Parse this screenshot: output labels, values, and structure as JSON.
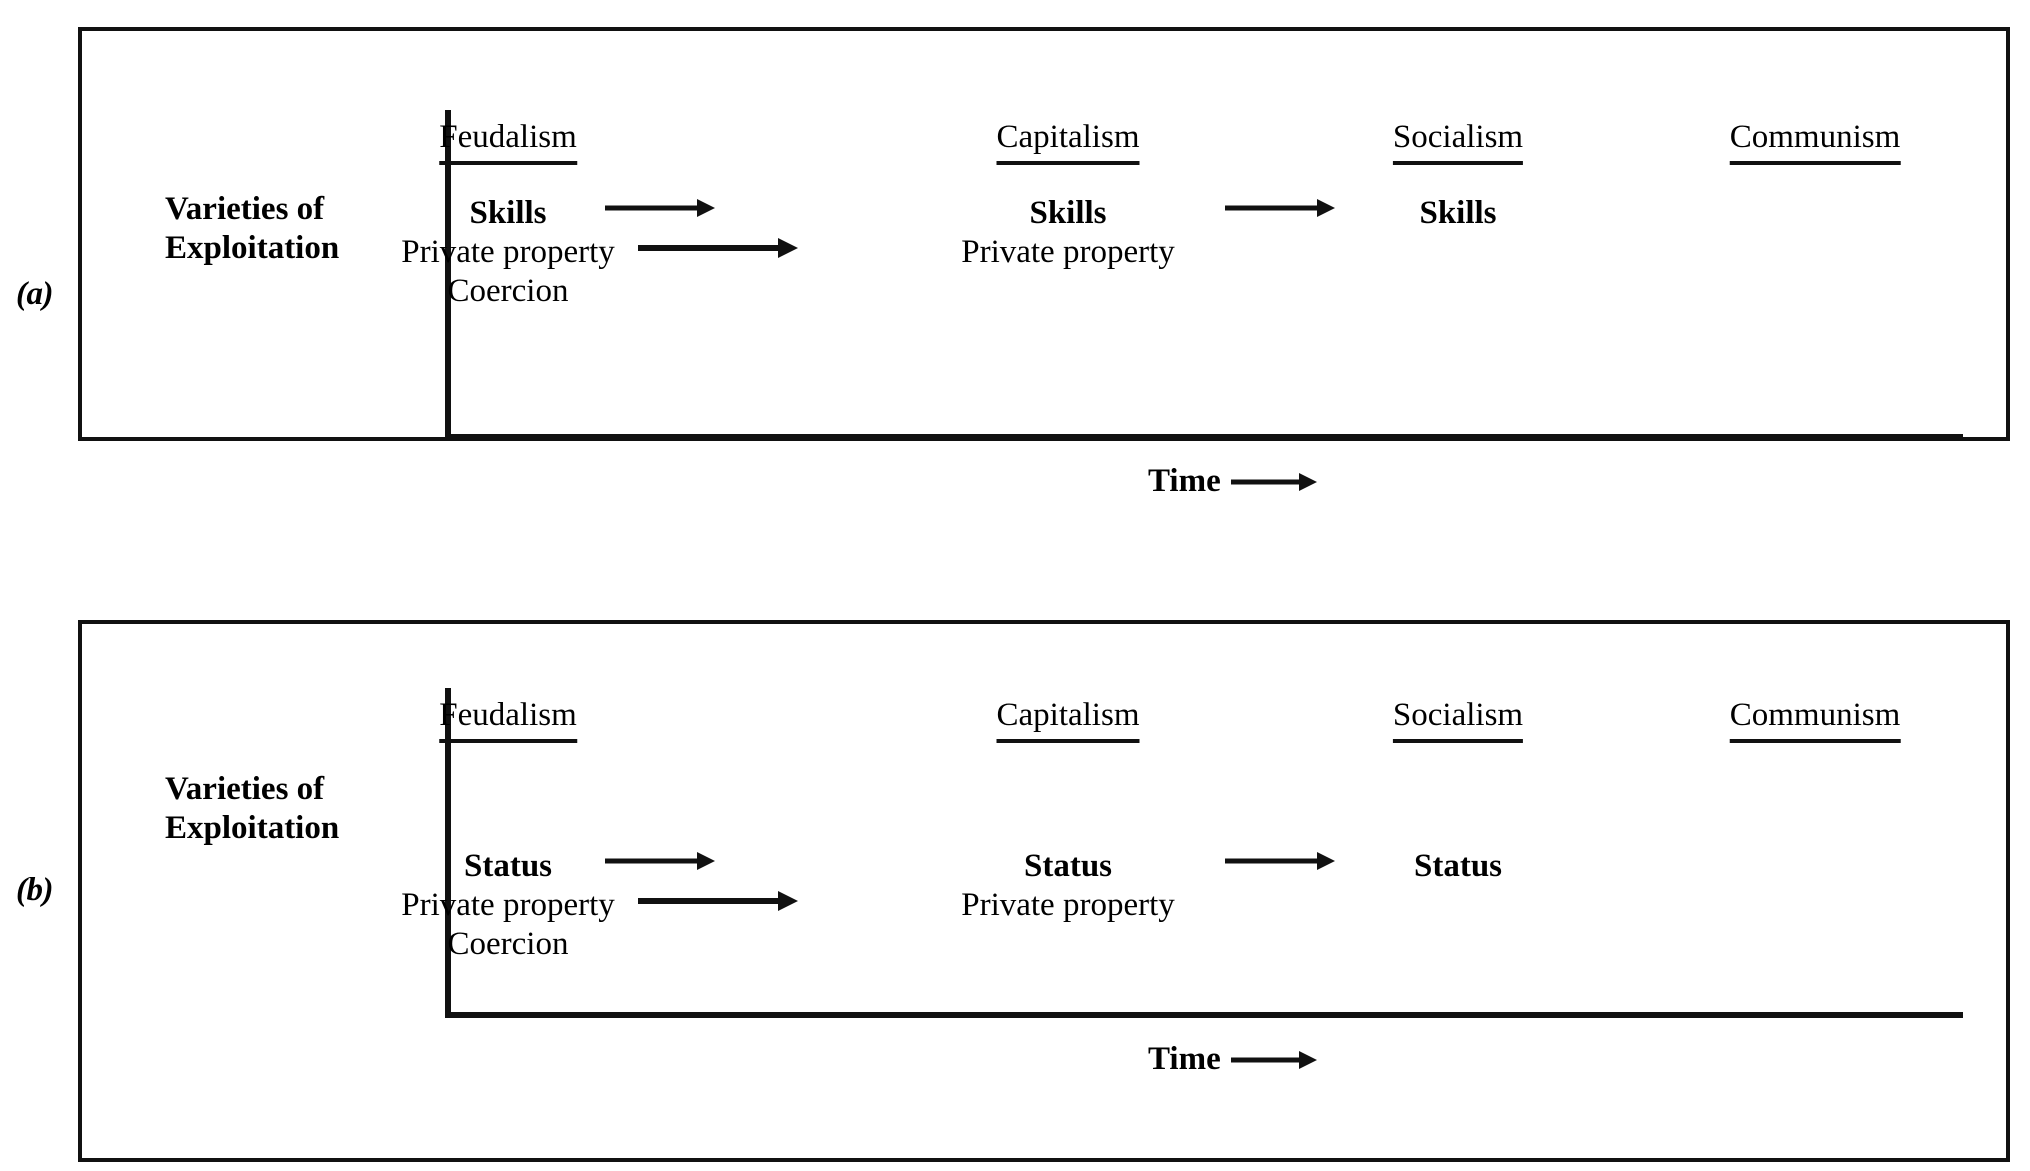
{
  "figure": {
    "panels": [
      {
        "letter": "(a)",
        "row_label": "Varieties of\nExploitation",
        "time_caption": "Time",
        "eras": [
          "Feudalism",
          "Capitalism",
          "Socialism",
          "Communism"
        ],
        "rows": [
          {
            "name": "skills-row",
            "weight": "bold",
            "cells": [
              {
                "era": "Feudalism",
                "text": "Skills"
              },
              {
                "era": "Capitalism",
                "text": "Skills"
              },
              {
                "era": "Socialism",
                "text": "Skills"
              }
            ]
          },
          {
            "name": "private-property-row",
            "weight": "normal",
            "cells": [
              {
                "era": "Feudalism",
                "text": "Private property"
              },
              {
                "era": "Capitalism",
                "text": "Private property"
              }
            ]
          },
          {
            "name": "coercion-row",
            "weight": "normal",
            "cells": [
              {
                "era": "Feudalism",
                "text": "Coercion"
              }
            ]
          }
        ]
      },
      {
        "letter": "(b)",
        "row_label": "Varieties of\nExploitation",
        "time_caption": "Time",
        "eras": [
          "Feudalism",
          "Capitalism",
          "Socialism",
          "Communism"
        ],
        "rows": [
          {
            "name": "status-row",
            "weight": "bold",
            "cells": [
              {
                "era": "Feudalism",
                "text": "Status"
              },
              {
                "era": "Capitalism",
                "text": "Status"
              },
              {
                "era": "Socialism",
                "text": "Status"
              }
            ]
          },
          {
            "name": "private-property-row",
            "weight": "normal",
            "cells": [
              {
                "era": "Feudalism",
                "text": "Private property"
              },
              {
                "era": "Capitalism",
                "text": "Private property"
              }
            ]
          },
          {
            "name": "coercion-row",
            "weight": "normal",
            "cells": [
              {
                "era": "Feudalism",
                "text": "Coercion"
              }
            ]
          }
        ]
      }
    ],
    "colors": {
      "ink": "#111111",
      "background": "#ffffff"
    }
  },
  "a": {
    "letter": "(a)",
    "row_label": "Varieties of\nExploitation",
    "time": "Time",
    "era_0": "Feudalism",
    "era_1": "Capitalism",
    "era_2": "Socialism",
    "era_3": "Communism",
    "r0_c0": "Skills",
    "r0_c1": "Skills",
    "r0_c2": "Skills",
    "r1_c0": "Private property",
    "r1_c1": "Private property",
    "r2_c0": "Coercion"
  },
  "b": {
    "letter": "(b)",
    "row_label": "Varieties of\nExploitation",
    "time": "Time",
    "era_0": "Feudalism",
    "era_1": "Capitalism",
    "era_2": "Socialism",
    "era_3": "Communism",
    "r0_c0": "Status",
    "r0_c1": "Status",
    "r0_c2": "Status",
    "r1_c0": "Private property",
    "r1_c1": "Private property",
    "r2_c0": "Coercion"
  }
}
